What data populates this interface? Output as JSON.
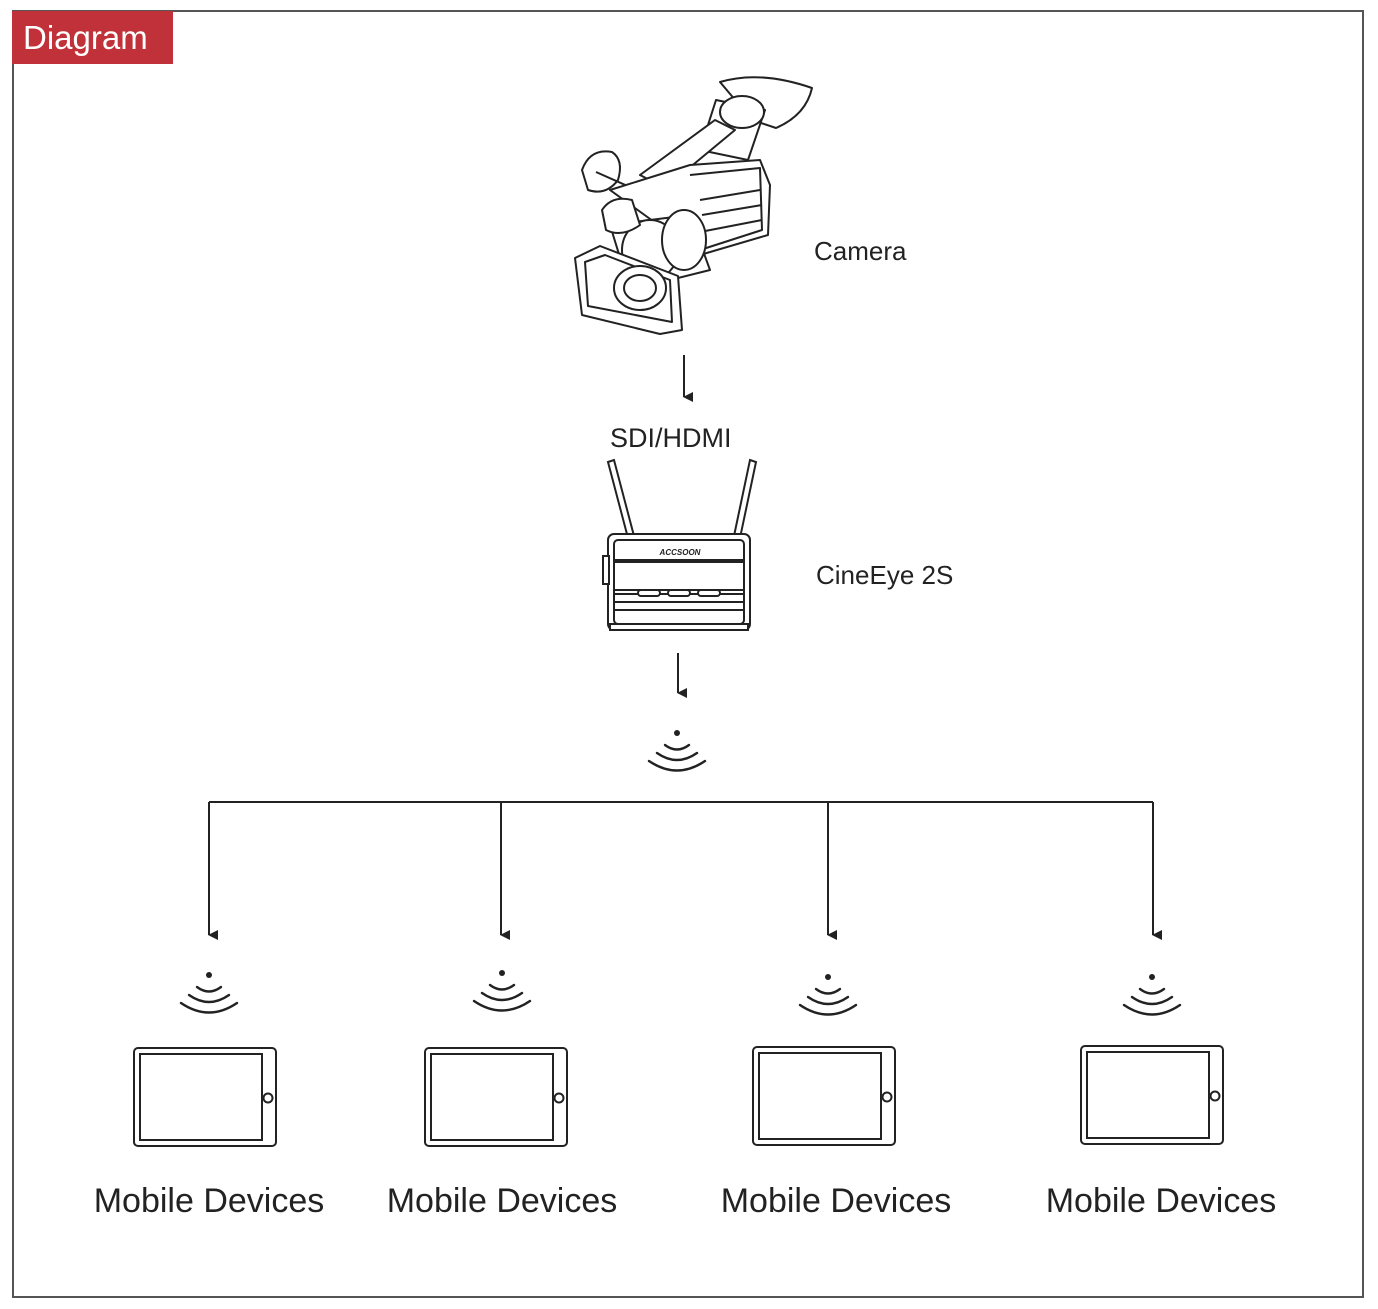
{
  "header": {
    "tag_label": "Diagram",
    "tag_color": "#c0313a"
  },
  "nodes": {
    "camera": {
      "label": "Camera"
    },
    "connection": {
      "label": "SDI/HDMI"
    },
    "transmitter": {
      "label": "CineEye 2S",
      "brand_text": "ACCSOON"
    },
    "devices": [
      {
        "label": "Mobile Devices"
      },
      {
        "label": "Mobile Devices"
      },
      {
        "label": "Mobile Devices"
      },
      {
        "label": "Mobile Devices"
      }
    ]
  },
  "colors": {
    "line": "#222222",
    "frame": "#555555"
  }
}
